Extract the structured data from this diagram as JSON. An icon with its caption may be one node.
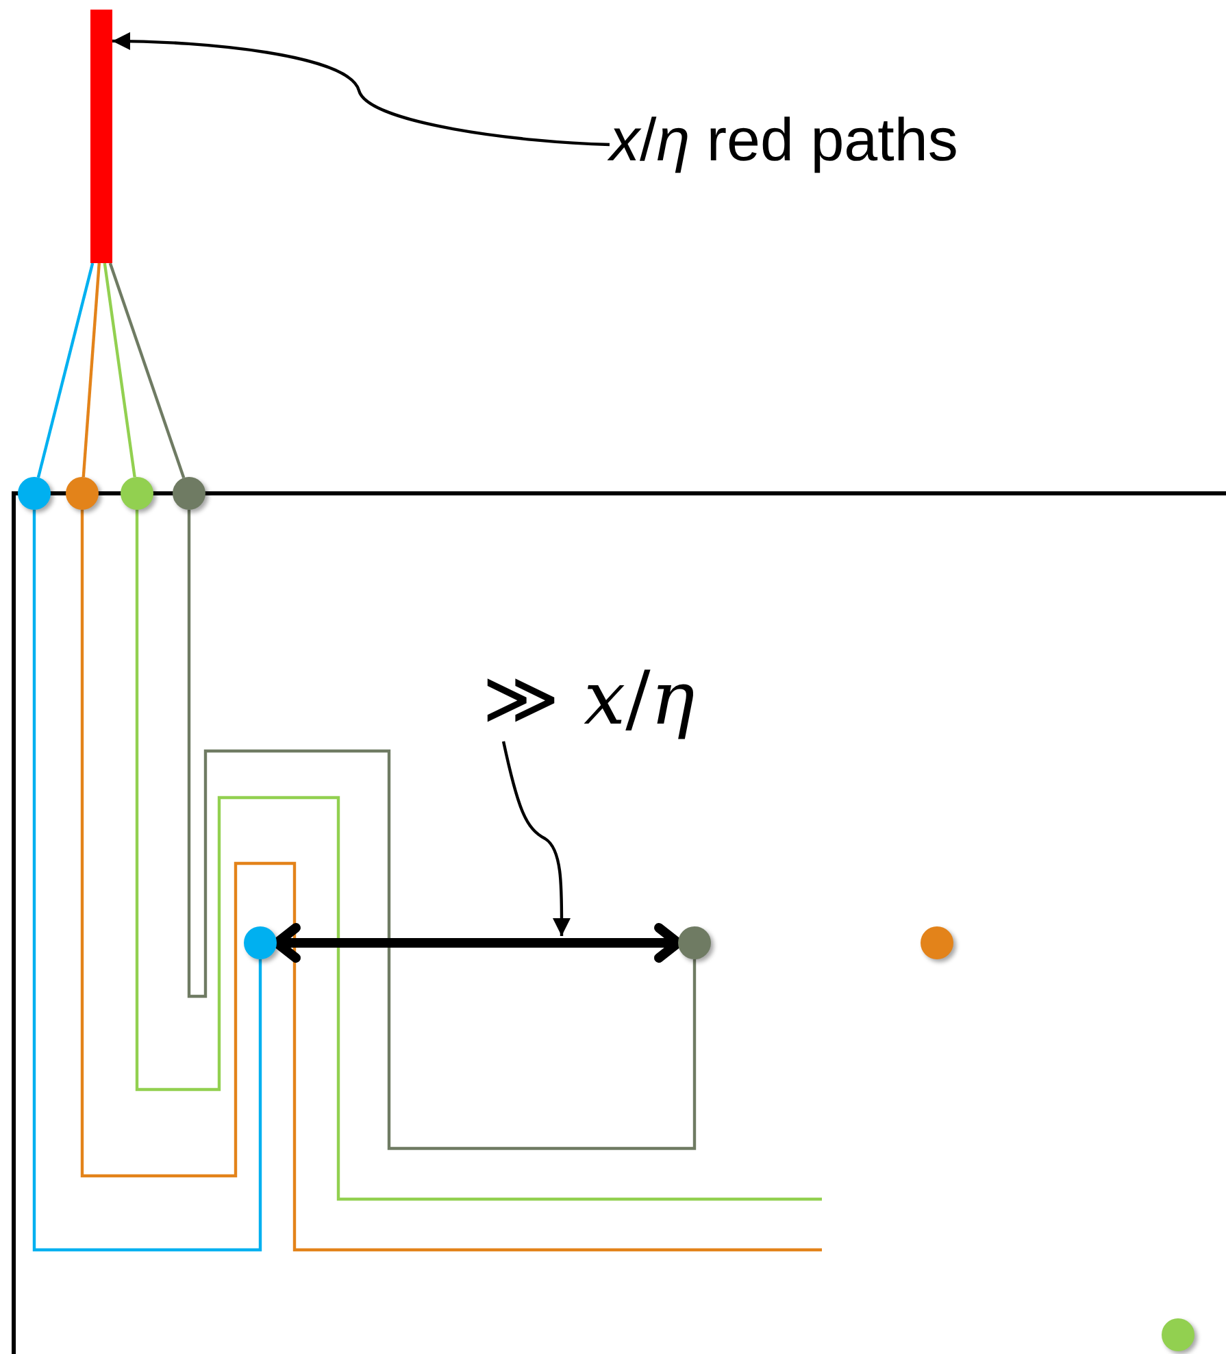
{
  "diagram": {
    "nodes": [
      {
        "text": [],
        "shape": "bar"
      },
      {
        "text": [
          "*x*/*η* red paths"
        ]
      },
      {
        "text": [],
        "shape": "circle"
      },
      {
        "text": [],
        "shape": "circle"
      },
      {
        "text": [],
        "shape": "circle"
      },
      {
        "text": [],
        "shape": "circle"
      },
      {
        "text": [],
        "shape": "circle"
      },
      {
        "text": [],
        "shape": "circle"
      },
      {
        "text": [],
        "shape": "circle"
      },
      {
        "text": [],
        "shape": "circle"
      },
      {
        "text": [
          "≫ *x*/*η*"
        ]
      }
    ],
    "edges": [
      {
        "from": 1,
        "to": 0,
        "arrow": "to"
      },
      {
        "from": 0,
        "to": 2,
        "arrow": "none",
        "color": "#00b0f0"
      },
      {
        "from": 0,
        "to": 3,
        "arrow": "none",
        "color": "#e3831a"
      },
      {
        "from": 0,
        "to": 4,
        "arrow": "none",
        "color": "#92d050"
      },
      {
        "from": 0,
        "to": 5,
        "arrow": "none",
        "color": "#6f7b63"
      },
      {
        "from": 2,
        "to": 6,
        "arrow": "none",
        "color": "#00b0f0"
      },
      {
        "from": 3,
        "to": null,
        "arrow": "none",
        "color": "#e3831a"
      },
      {
        "from": 4,
        "to": null,
        "arrow": "none",
        "color": "#92d050"
      },
      {
        "from": 5,
        "to": 7,
        "arrow": "none",
        "color": "#6f7b63"
      },
      {
        "from": 6,
        "to": 7,
        "arrow": "both",
        "style": "thick"
      },
      {
        "from": 10,
        "to": null,
        "arrow": "to"
      }
    ]
  }
}
